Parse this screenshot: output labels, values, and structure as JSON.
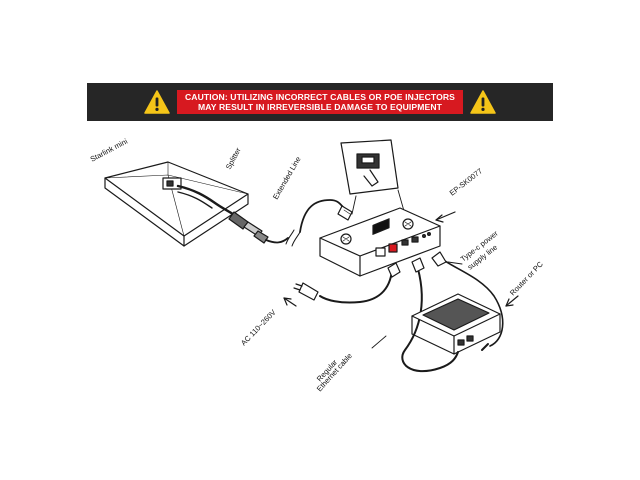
{
  "caution": {
    "line1": "CAUTION: UTILIZING INCORRECT CABLES OR POE INJECTORS",
    "line2": "MAY RESULT IN IRREVERSIBLE DAMAGE TO EQUIPMENT",
    "warning_icon": "warning-triangle-icon",
    "colors": {
      "banner": "#262626",
      "caution_box": "#d71920",
      "warning": "#f5c518"
    }
  },
  "labels": {
    "starlink": "Starlink mini",
    "splitter": "Splitter",
    "extended_line": "Extended Line",
    "device_model": "EP-SK0077",
    "typec_line1": "Type-c power",
    "typec_line2": "supply line",
    "router": "Router or PC",
    "ac": "AC 110~260V",
    "ethernet_line1": "Regular",
    "ethernet_line2": "Ethernet cable"
  }
}
